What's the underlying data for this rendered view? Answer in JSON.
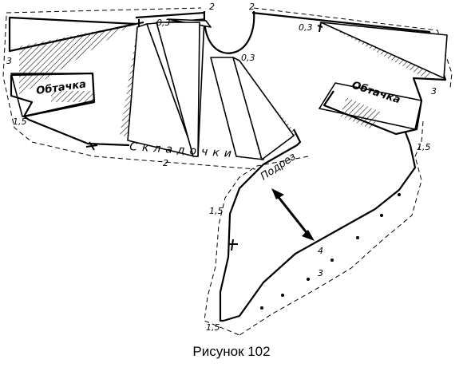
{
  "figure": {
    "caption": "Рисунок 102",
    "labels": {
      "facing_left": "Обтачка",
      "facing_right": "Обтачка",
      "pleats": "Складочки",
      "slit": "Подрез"
    },
    "measurements": {
      "top_left": "2",
      "top_right": "2",
      "dart_left": "0,3",
      "dart_right": "0,3",
      "neck": "0,3",
      "side_left": "3",
      "side_right": "3",
      "hem_left": "1,5",
      "hem_right": "1,5",
      "bottom_pleat": "2",
      "curve_left": "1,5",
      "bottom_corner": "1,5",
      "grain_4": "4",
      "grain_3": "3"
    }
  }
}
